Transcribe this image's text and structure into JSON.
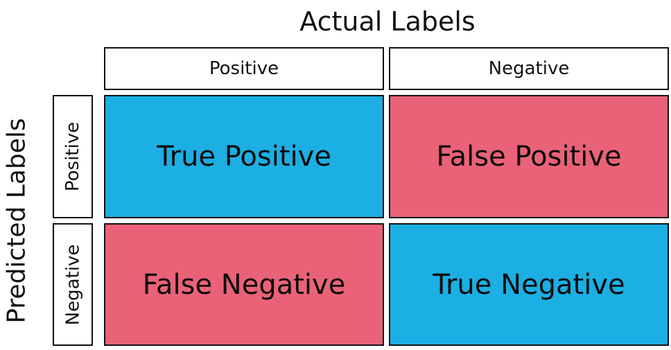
{
  "axes": {
    "column_title": "Actual Labels",
    "row_title": "Predicted Labels"
  },
  "columns": [
    "Positive",
    "Negative"
  ],
  "rows": [
    "Positive",
    "Negative"
  ],
  "cells": [
    [
      "True Positive",
      "False Positive"
    ],
    [
      "False Negative",
      "True Negative"
    ]
  ],
  "colors": {
    "correct": "#1bafe3",
    "incorrect": "#ea6277",
    "border": "#111111"
  }
}
